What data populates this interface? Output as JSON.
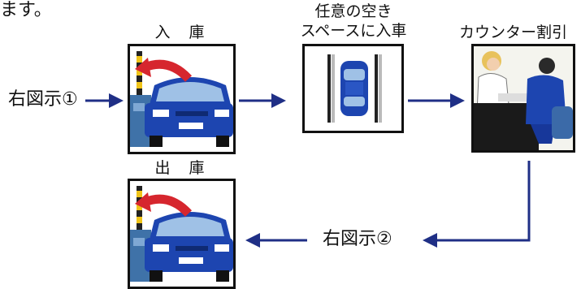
{
  "intro_fragment": "ます。",
  "steps": [
    {
      "label": "入　庫"
    },
    {
      "label_line1": "任意の空き",
      "label_line2": "スペースに入車"
    },
    {
      "label": "カウンター割引"
    },
    {
      "label": "出　庫"
    }
  ],
  "notes": {
    "entry": "右図示①",
    "exit": "右図示②"
  },
  "colors": {
    "arrow": "#1f2f86",
    "car_body": "#1d45b0",
    "gate_arm": "#d6262e",
    "ticket_machine": "#3f72a8",
    "frame": "#111111"
  }
}
